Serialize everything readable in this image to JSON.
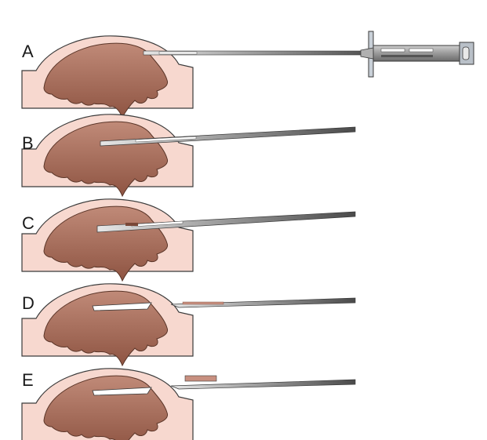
{
  "panels": [
    {
      "label": "A"
    },
    {
      "label": "B"
    },
    {
      "label": "C"
    },
    {
      "label": "D"
    },
    {
      "label": "E"
    }
  ],
  "colors": {
    "skin": "#f7d8cf",
    "tumor": "#b07060",
    "tumor_dark": "#7a4838",
    "needle_light": "#d9d9d9",
    "needle_dark": "#555555",
    "core_sample": "#c89080",
    "outline": "#3a3a3a"
  }
}
